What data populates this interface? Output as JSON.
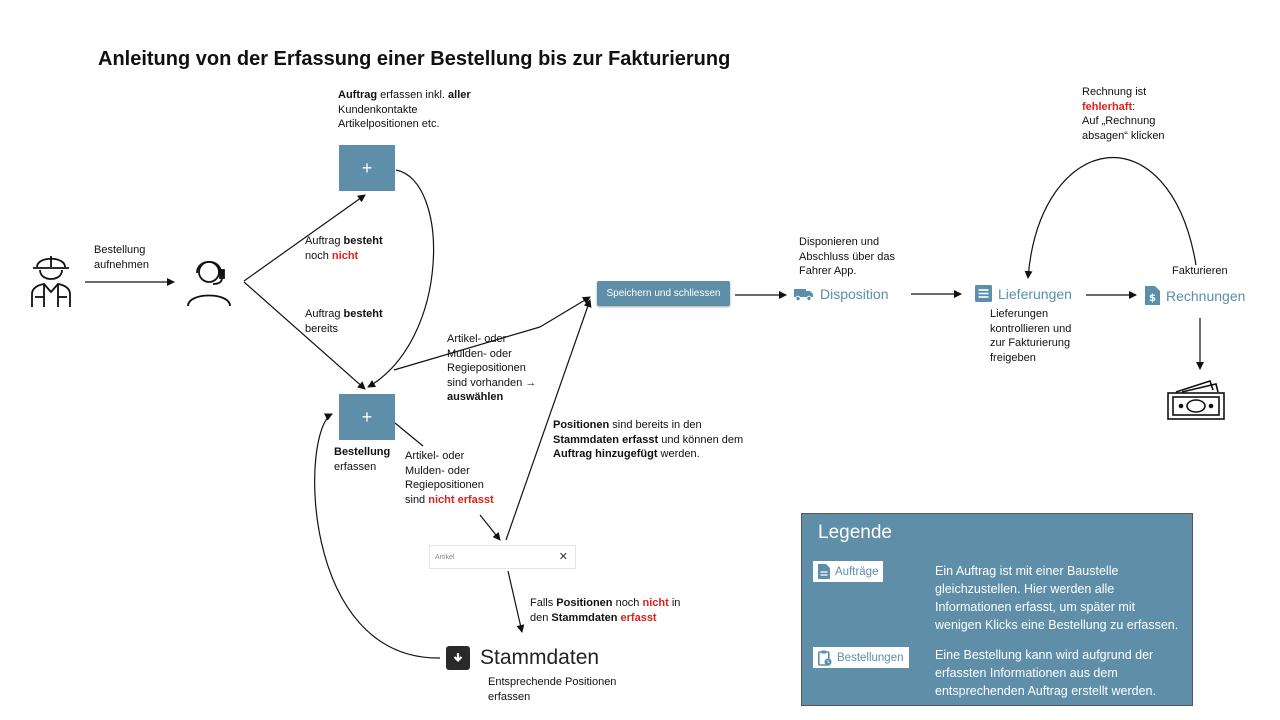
{
  "title": "Anleitung von der Erfassung einer Bestellung bis zur Fakturierung",
  "labels": {
    "bestellung_aufnehmen": [
      "Bestellung",
      "aufnehmen"
    ],
    "auftrag_erfassen": {
      "bold1": "Auftrag",
      "text1": " erfassen inkl. ",
      "bold2": "aller",
      "line2": "Kundenkontakte",
      "line3": "Artikelpositionen etc."
    },
    "auftrag_besteht_nicht": {
      "t1": "Auftrag ",
      "b1": "besteht",
      "t2": "noch ",
      "r1": "nicht"
    },
    "auftrag_besteht_bereits": {
      "t1": "Auftrag ",
      "b1": "besteht",
      "t2": "bereits"
    },
    "bestellung_erfassen": {
      "b1": "Bestellung",
      "t1": "erfassen"
    },
    "positionen_vorhanden": {
      "l1": "Artikel- oder",
      "l2": "Mulden- oder",
      "l3": "Regiepositionen",
      "l4": "sind vorhanden →",
      "b1": "auswählen"
    },
    "positionen_nicht_erfasst": {
      "l1": "Artikel- oder",
      "l2": "Mulden- oder",
      "l3": "Regiepositionen",
      "t1": "sind ",
      "r1": "nicht erfasst"
    },
    "positionen_stammdaten": {
      "b1": "Positionen",
      "t1": "  sind bereits in den",
      "b2": "Stammdaten erfasst",
      "t2": " und können dem",
      "b3": "Auftrag hinzugefügt",
      "t3": " werden."
    },
    "falls_positionen": {
      "t1": "Falls ",
      "b1": "Positionen",
      "t2": " noch ",
      "r1": "nicht",
      "t3": " in",
      "t4": "den ",
      "b2": "Stammdaten",
      "t5": " ",
      "r2": "erfasst"
    },
    "entsprechende_positionen": [
      "Entsprechende Positionen",
      "erfassen"
    ],
    "disponieren": [
      "Disponieren und",
      "Abschluss über das",
      "Fahrer App."
    ],
    "lieferungen_kontrollieren": [
      "Lieferungen",
      "kontrollieren und",
      "zur Fakturierung",
      "freigeben"
    ],
    "fakturieren": "Fakturieren",
    "rechnung_fehlerhaft": {
      "t1": "Rechnung ist",
      "r1": "fehlerhaft",
      "t2": ":",
      "t3": "Auf „Rechnung",
      "t4": "absagen“ klicken"
    }
  },
  "buttons": {
    "plus": "+",
    "speichern": "Speichern und schliessen"
  },
  "nav": {
    "disposition": "Disposition",
    "lieferungen": "Lieferungen",
    "rechnungen": "Rechnungen",
    "stammdaten": "Stammdaten"
  },
  "artikel_field": {
    "label": "Artikel",
    "clear": "✕"
  },
  "legend": {
    "title": "Legende",
    "items": [
      {
        "chip": "Aufträge",
        "icon": "document-icon",
        "desc": [
          "Ein Auftrag ist mit einer Baustelle",
          "gleichzustellen. Hier werden alle",
          "Informationen erfasst, um später mit",
          "wenigen Klicks eine Bestellung zu erfassen."
        ]
      },
      {
        "chip": "Bestellungen",
        "icon": "clipboard-clock-icon",
        "desc": [
          "Eine Bestellung kann wird aufgrund der",
          "erfassten Informationen aus dem",
          "entsprechenden Auftrag erstellt werden."
        ]
      }
    ]
  },
  "colors": {
    "accent": "#5f8fa8",
    "nav_text": "#5b8fab",
    "warning": "#e0201c"
  },
  "icons": [
    "worker-icon",
    "headset-agent-icon",
    "truck-icon",
    "list-icon",
    "invoice-dollar-icon",
    "cash-icon",
    "download-box-icon"
  ]
}
